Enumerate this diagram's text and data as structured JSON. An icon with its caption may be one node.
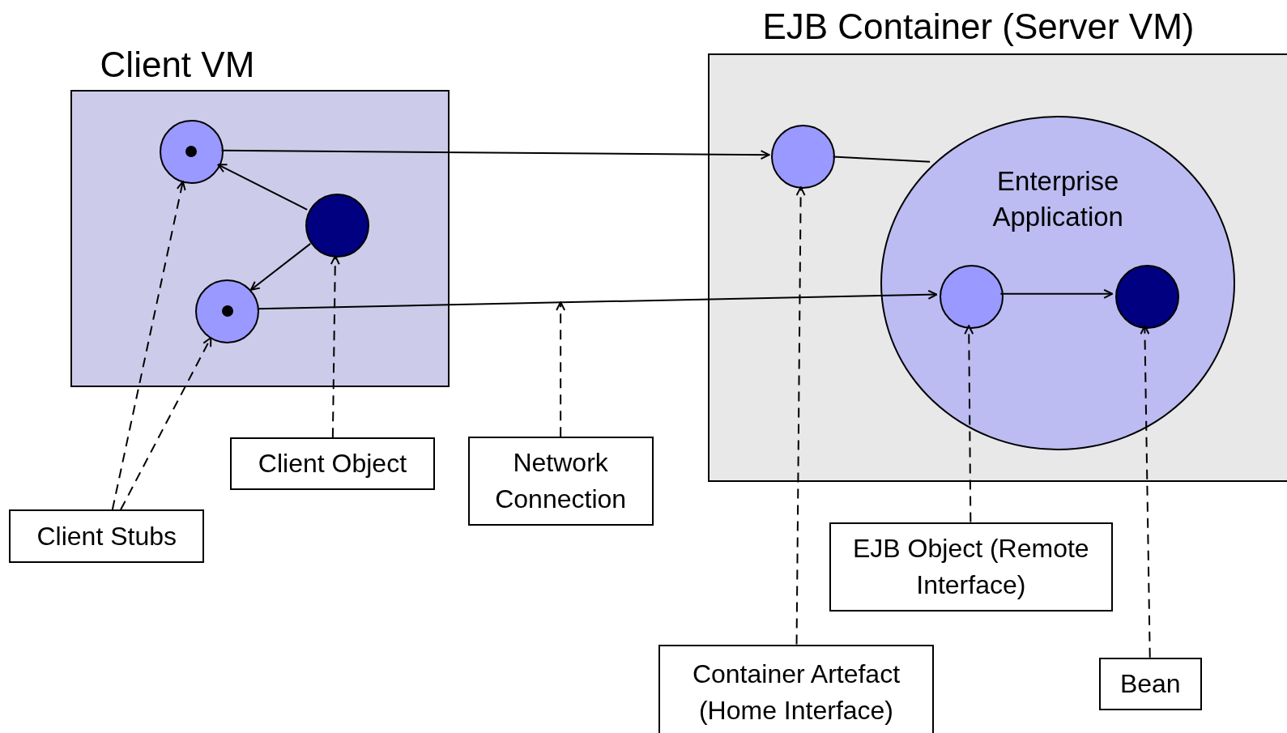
{
  "diagram": {
    "nodes": [
      {
        "text": [
          "Client VM"
        ]
      },
      {
        "text": [],
        "shape": "circle",
        "in": 0
      },
      {
        "text": [],
        "shape": "circle",
        "in": 0
      },
      {
        "text": [],
        "shape": "circle",
        "in": 0
      },
      {
        "text": [
          "EJB Container (Server VM)"
        ]
      },
      {
        "text": [],
        "shape": "circle",
        "in": 4
      },
      {
        "text": [
          "Enterprise Application"
        ],
        "in": 4
      },
      {
        "text": [],
        "shape": "circle",
        "in": 6
      },
      {
        "text": [],
        "shape": "circle",
        "in": 6
      },
      {
        "text": [
          "Client Stubs"
        ]
      },
      {
        "text": [
          "Client Object"
        ]
      },
      {
        "text": [
          "Network Connection"
        ]
      },
      {
        "text": [
          "EJB Object (Remote Interface)"
        ]
      },
      {
        "text": [
          "Container Artefact (Home Interface)"
        ]
      },
      {
        "text": [
          "Bean"
        ]
      }
    ],
    "edges": [
      {
        "from": 1,
        "to": 5,
        "arrow": "to"
      },
      {
        "from": 2,
        "to": 1,
        "arrow": "to"
      },
      {
        "from": 2,
        "to": 3,
        "arrow": "to"
      },
      {
        "from": 3,
        "to": 7,
        "arrow": "to"
      },
      {
        "from": 5,
        "to": 6,
        "arrow": "none"
      },
      {
        "from": 7,
        "to": 8,
        "arrow": "to"
      },
      {
        "from": 9,
        "to": 1,
        "arrow": "to",
        "style": "dashed"
      },
      {
        "from": 9,
        "to": 3,
        "arrow": "to",
        "style": "dashed"
      },
      {
        "from": 10,
        "to": 2,
        "arrow": "to",
        "style": "dashed"
      },
      {
        "from": 11,
        "to": null,
        "arrow": "to",
        "style": "dashed"
      },
      {
        "from": 13,
        "to": 5,
        "arrow": "to",
        "style": "dashed"
      },
      {
        "from": 12,
        "to": 7,
        "arrow": "to",
        "style": "dashed"
      },
      {
        "from": 14,
        "to": 8,
        "arrow": "to",
        "style": "dashed"
      }
    ]
  }
}
